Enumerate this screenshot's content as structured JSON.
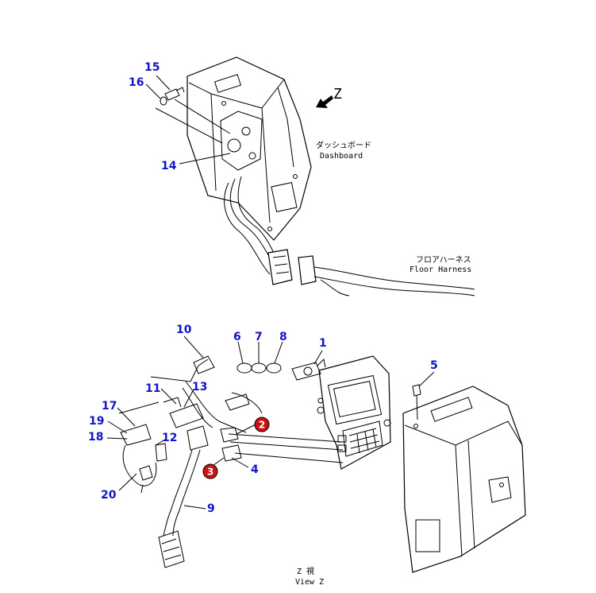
{
  "colors": {
    "callout": "#1414c8",
    "badge_fill": "#cc1111",
    "badge_text": "#ffffff",
    "line": "#000000"
  },
  "callouts": [
    "15",
    "16",
    "14",
    "10",
    "6",
    "7",
    "8",
    "1",
    "5",
    "11",
    "13",
    "17",
    "19",
    "18",
    "12",
    "20",
    "9",
    "4"
  ],
  "badges": [
    "2",
    "3"
  ],
  "notes": {
    "view_arrow": "Z",
    "dashboard_jp": "ダッシュボード",
    "dashboard_en": "Dashboard",
    "floor_jp": "フロアハーネス",
    "floor_en": "Floor Harness",
    "view_jp": "Z 視",
    "view_en": "View Z"
  },
  "icons": {
    "view_arrow": "arrow-icon"
  }
}
